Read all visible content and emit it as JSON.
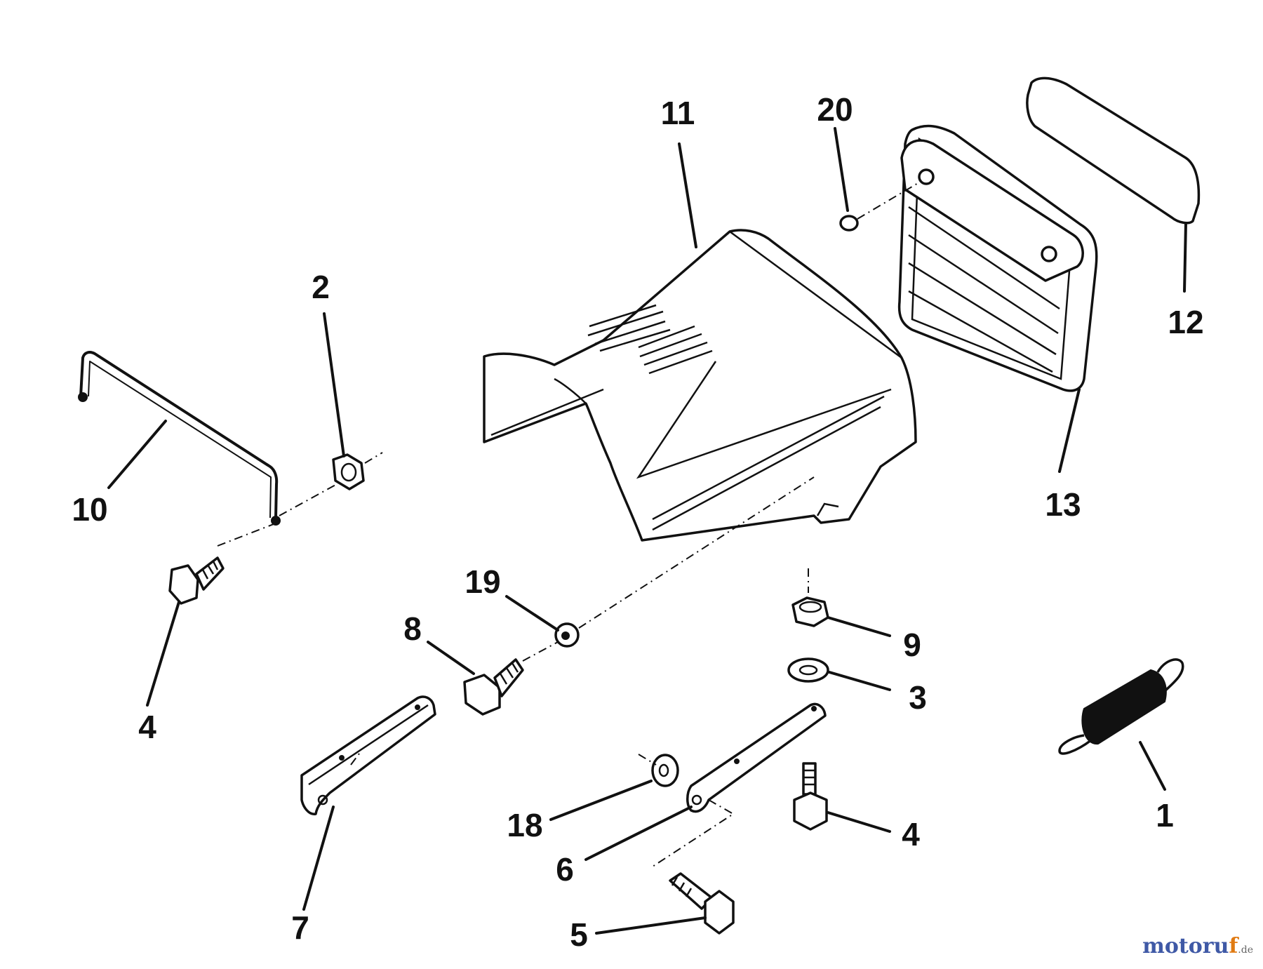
{
  "diagram": {
    "callouts": [
      {
        "id": "c1",
        "label": "1"
      },
      {
        "id": "c2",
        "label": "2"
      },
      {
        "id": "c3",
        "label": "3"
      },
      {
        "id": "c4a",
        "label": "4"
      },
      {
        "id": "c4b",
        "label": "4"
      },
      {
        "id": "c5",
        "label": "5"
      },
      {
        "id": "c6",
        "label": "6"
      },
      {
        "id": "c7",
        "label": "7"
      },
      {
        "id": "c8",
        "label": "8"
      },
      {
        "id": "c9",
        "label": "9"
      },
      {
        "id": "c10",
        "label": "10"
      },
      {
        "id": "c11",
        "label": "11"
      },
      {
        "id": "c12",
        "label": "12"
      },
      {
        "id": "c13",
        "label": "13"
      },
      {
        "id": "c18",
        "label": "18"
      },
      {
        "id": "c19",
        "label": "19"
      },
      {
        "id": "c20",
        "label": "20"
      }
    ]
  },
  "watermark": {
    "brand_a": "motoru",
    "brand_b": "f",
    "tld": ".de"
  }
}
